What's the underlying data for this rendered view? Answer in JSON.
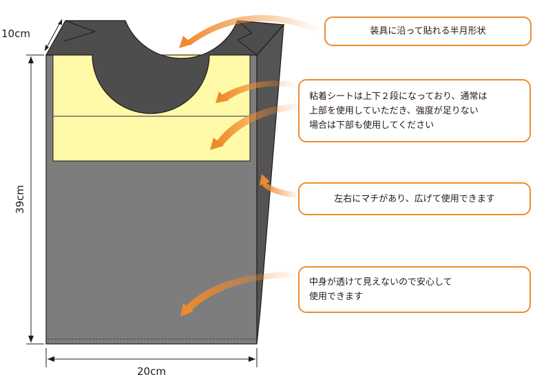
{
  "dimensions": {
    "top_height": "10cm",
    "body_height": "39cm",
    "width": "20cm"
  },
  "callouts": {
    "half_moon": {
      "lines": [
        "装具に沿って貼れる半月形状"
      ]
    },
    "adhesive": {
      "lines": [
        "粘着シートは上下２段になっており、通常は",
        "上部を使用していただき、強度が足りない",
        "場合は下部も使用してください"
      ]
    },
    "gusset": {
      "lines": [
        "左右にマチがあり、広げて使用できます"
      ]
    },
    "opaque": {
      "lines": [
        "中身が透けて見えないので安心して",
        "使用できます"
      ]
    }
  },
  "colors": {
    "bag_body": "#7d7d7d",
    "bag_top": "#4d4d4d",
    "adhesive_sheet": "#fffaa8",
    "accent": "#ef8a2e"
  }
}
